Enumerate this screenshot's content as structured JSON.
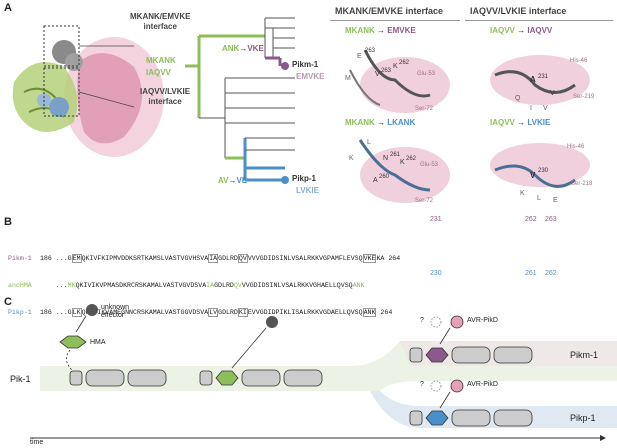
{
  "panels": {
    "a": "A",
    "b": "B",
    "c": "C"
  },
  "panelA": {
    "top_interface": [
      "MKANK/EMVKE",
      "interface"
    ],
    "bottom_interface": [
      "IAQVV/LVKIE",
      "interface"
    ],
    "header_left": "MKANK/EMVKE interface",
    "header_right": "IAQVV/LVKIE interface",
    "branch_top_a": "ANK",
    "branch_top_b": "VKE",
    "branch_bottom_a": "AV",
    "branch_bottom_b": "VE",
    "tree_mkank": "MKANK",
    "tree_iaqvv": "IAQVV",
    "pikm_name": "Pikm-1",
    "pikm_seq": "EMVKE",
    "pikp_name": "Pikp-1",
    "pikp_seq": "LVKIE",
    "struct1": {
      "from": "MKANK",
      "to": "EMVKE",
      "labels": [
        "E",
        "263",
        "V",
        "263",
        "K",
        "262",
        "M",
        "Glu-53",
        "Ser-72"
      ]
    },
    "struct2": {
      "from": "IAQVV",
      "to": "IAQVV",
      "labels": [
        "His-46",
        "A",
        "231",
        "V",
        "Ser-219",
        "Q",
        "I",
        "V"
      ]
    },
    "struct3": {
      "from": "MKANK",
      "to": "LKANK",
      "labels": [
        "N",
        "261",
        "K",
        "262",
        "L",
        "K",
        "A",
        "260",
        "Glu-53",
        "Ser-72"
      ]
    },
    "struct4": {
      "from": "IAQVV",
      "to": "LVKIE",
      "labels": [
        "His-46",
        "V",
        "230",
        "Ser-218",
        "K",
        "L",
        "E"
      ]
    }
  },
  "panelB": {
    "rows": [
      {
        "name": "Pikm-1",
        "start": "186",
        "prefix": "...G",
        "box1": "EM",
        "seq1": "QKIVFKIPMVDDKSRTKAMSLVASTVGVHSVA",
        "box2": "IA",
        "seq2": "GDLRD",
        "box3": "QV",
        "seq3": "VVVGDIDSINLVSALRKKVGPAMFLEVSQ",
        "box4": "VKE",
        "seq4": "KA",
        "end": "264"
      },
      {
        "name": "ancHMA",
        "start": "",
        "prefix": "...",
        "box1": "MK",
        "seq1": "",
        "box2": "IA",
        "seq2": "",
        "box3": "QV",
        "seq3": "",
        "box4": "ANK",
        "seq4": "",
        "end": ""
      },
      {
        "name": "Pikp-1",
        "start": "186",
        "prefix": "...G",
        "box1": "LK",
        "seq1": "QKIVIKVAMEGNNCRSKAMALVASTGGVDSVA",
        "box2": "LV",
        "seq2": "GDLRD",
        "box3": "KI",
        "seq3": "EVVGDIDPIKLISALRKKVGDAELLQVSQ",
        "box4": "ANK",
        "seq4": "",
        "end": "264"
      }
    ],
    "ancHMA_middle": "QKIVIKVPMASDKRCRSKAMALVASTVGVDSVA",
    "ancHMA_mid2": "GDLRD",
    "ancHMA_mid3": "VVGDIDSINLVSALRKKVGHAELLQVSQ",
    "marks_top": [
      "231",
      "262",
      "263"
    ],
    "marks_bottom": [
      "230",
      "261",
      "262"
    ]
  },
  "panelC": {
    "unknown_effector": [
      "unknown",
      "effector"
    ],
    "hma": "HMA",
    "pik1": "Pik-1",
    "avr_top": "AVR-PikD",
    "avr_bottom": "AVR-PikD",
    "q_top": "?",
    "q_bottom": "?",
    "pikm": "Pikm-1",
    "pikp": "Pikp-1",
    "time": "time"
  },
  "colors": {
    "green": "#8cbf5a",
    "pink": "#d9a3b3",
    "blue": "#4a8fc9",
    "purple": "#8b5a8a",
    "grey": "#888888",
    "light_green_bg": "#e4eedc",
    "light_blue_bg": "#d8e3ef",
    "light_pink_bg": "#f0e0e6"
  }
}
